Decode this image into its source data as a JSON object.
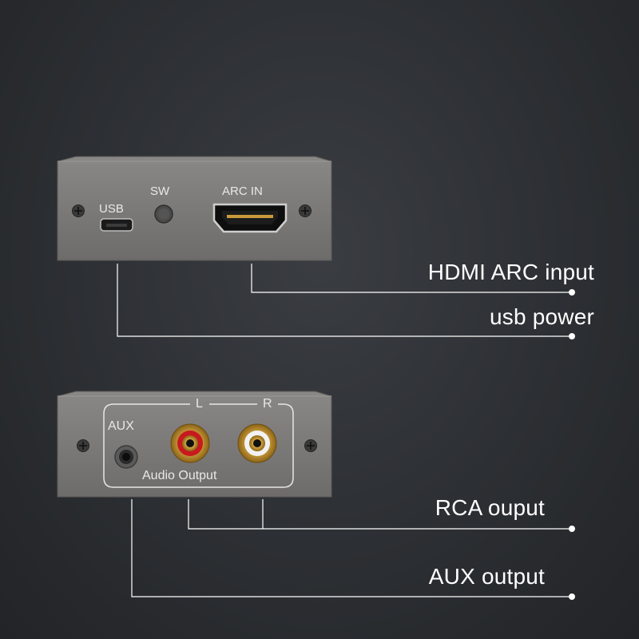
{
  "top_device": {
    "port_labels": {
      "usb": "USB",
      "sw": "SW",
      "arc_in": "ARC IN"
    }
  },
  "bottom_device": {
    "port_labels": {
      "aux": "AUX",
      "left": "L",
      "right": "R",
      "audio_output": "Audio Output"
    }
  },
  "callouts": {
    "hdmi_arc_input": "HDMI ARC input",
    "usb_power": "usb power",
    "rca_output": "RCA ouput",
    "aux_output": "AUX output"
  },
  "colors": {
    "panel": "#7d7b79",
    "background": "#2c2f33",
    "line": "#ffffff",
    "rca_left_ring": "#c8191e",
    "rca_right_ring": "#f2f2f2",
    "gold": "#c99a3a"
  }
}
